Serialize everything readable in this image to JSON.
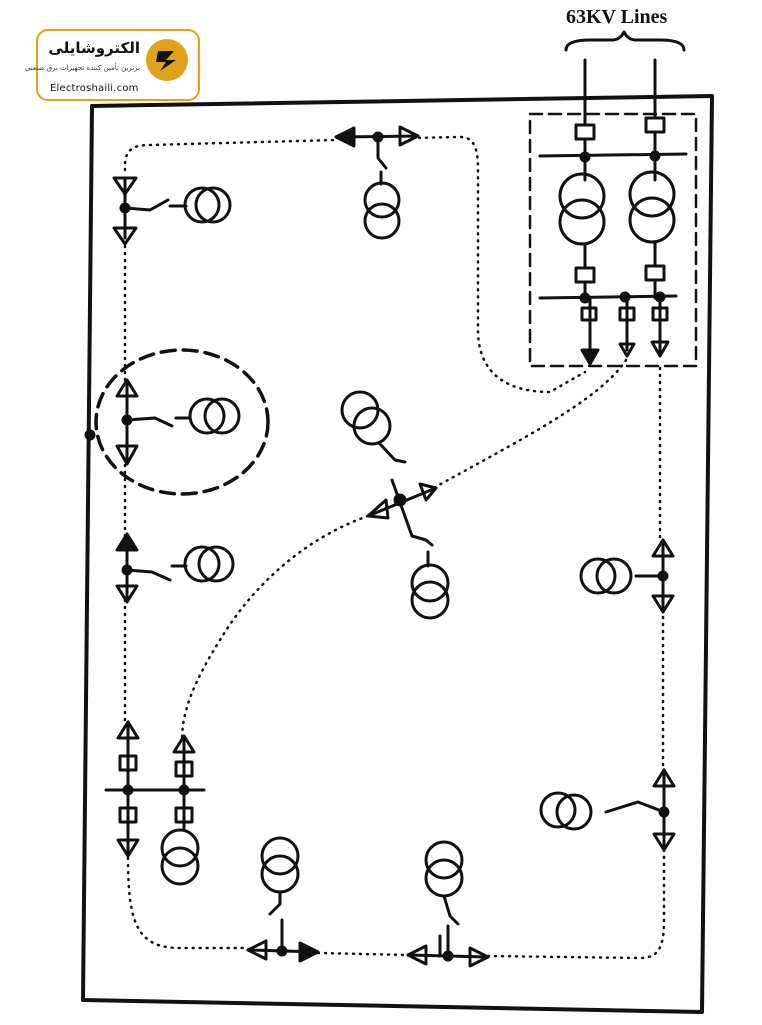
{
  "logo": {
    "name_fa": "الکتروشایلی",
    "tagline_fa": "برترین تأمین کننده تجهیزات برق صنعتی",
    "site": "Electroshaili.com",
    "mark_icon": "electroshaili-logo-icon",
    "brand_color": "#e0a11b"
  },
  "diagram": {
    "title": "63KV Lines",
    "line_color": "#111111"
  }
}
